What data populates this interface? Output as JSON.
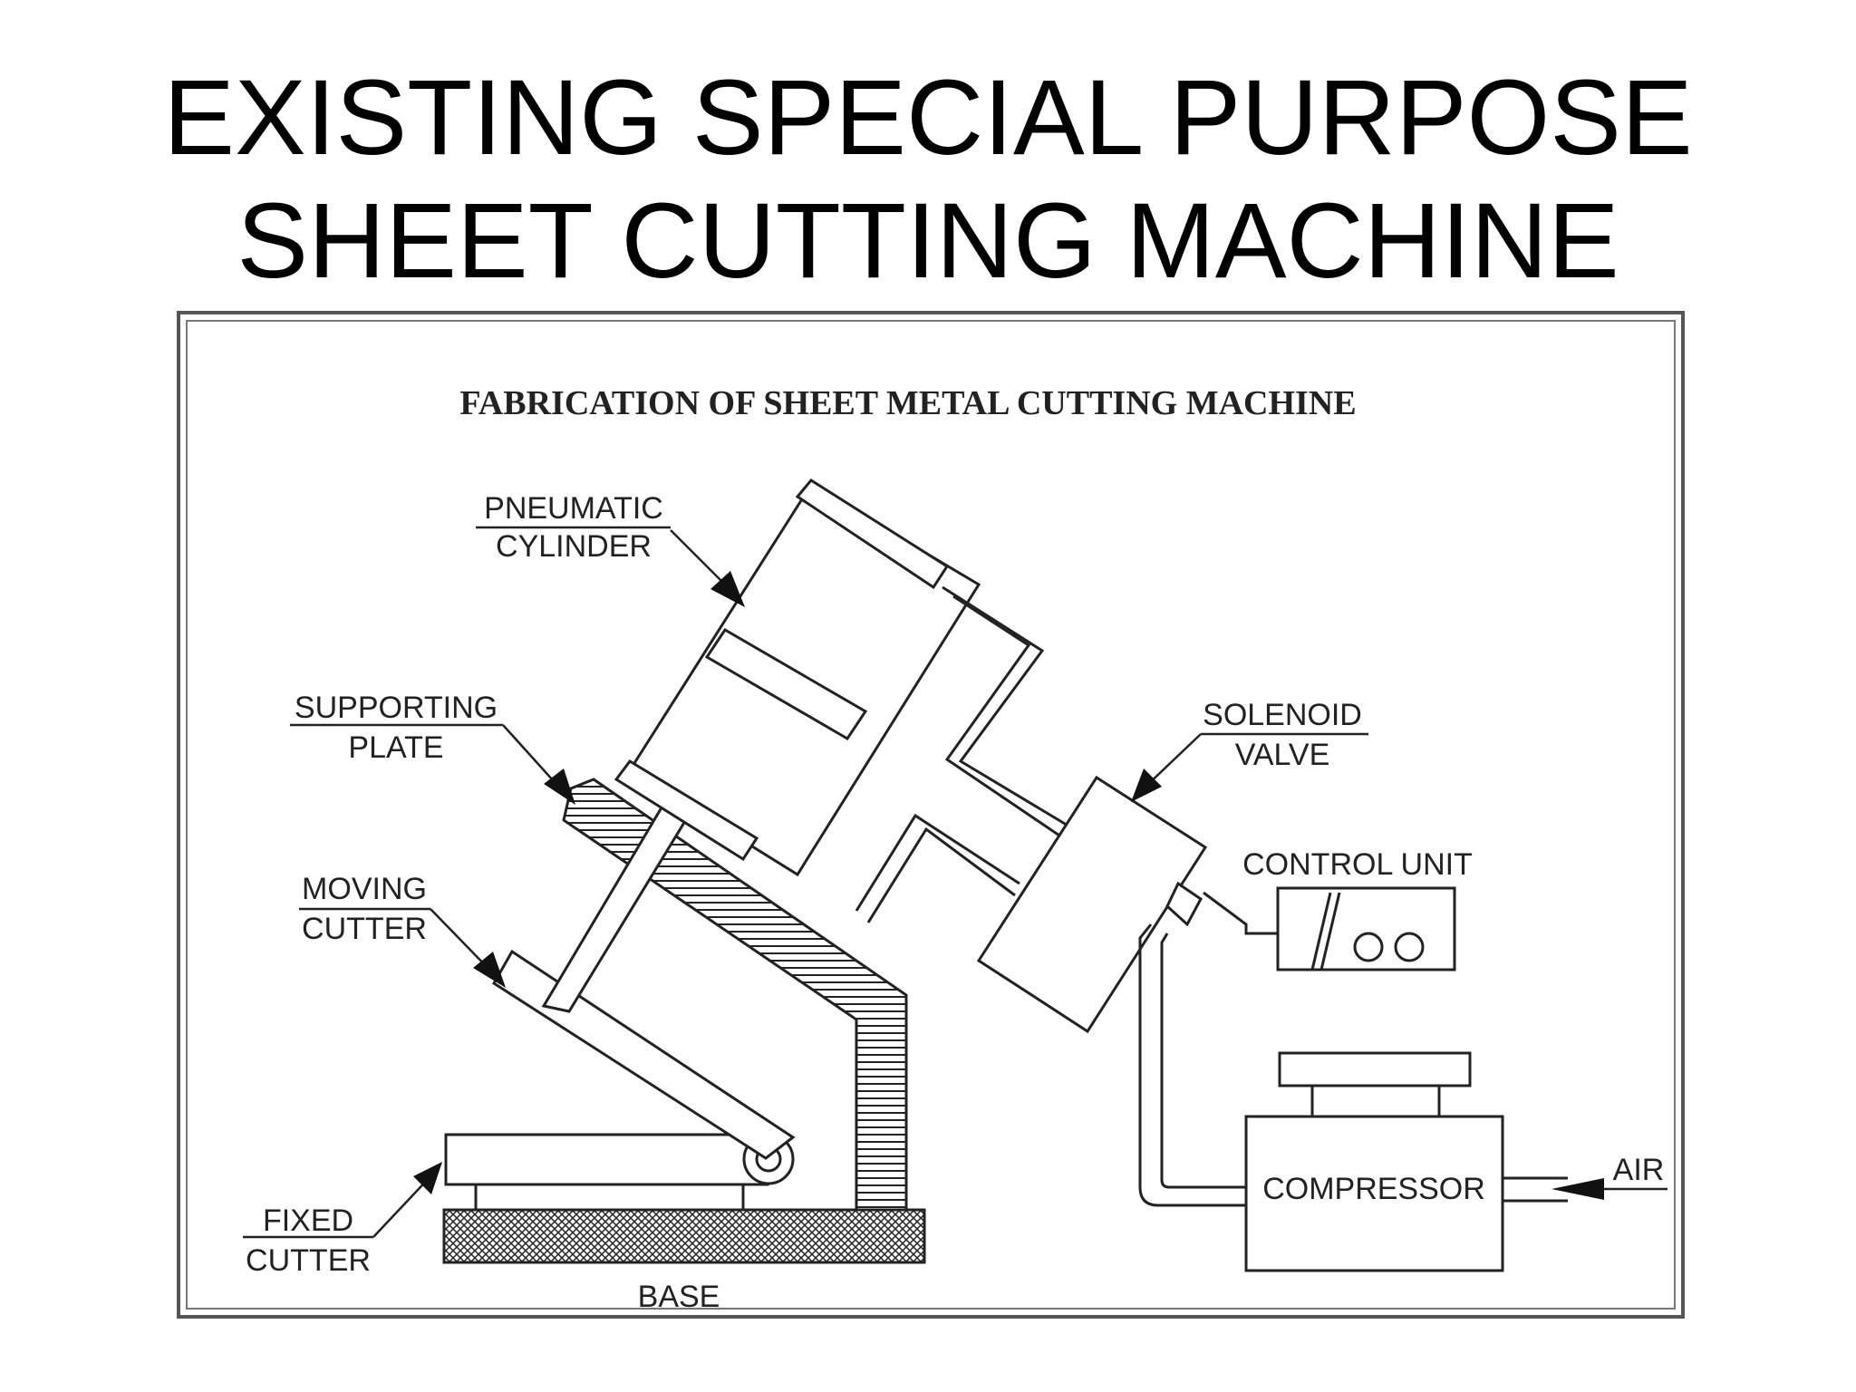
{
  "slide": {
    "title_line1": "EXISTING SPECIAL PURPOSE",
    "title_line2": "SHEET CUTTING MACHINE"
  },
  "diagram": {
    "heading": "FABRICATION OF SHEET METAL CUTTING MACHINE",
    "labels": {
      "pneumatic_1": "PNEUMATIC",
      "pneumatic_2": "CYLINDER",
      "supporting_1": "SUPPORTING",
      "supporting_2": "PLATE",
      "moving_1": "MOVING",
      "moving_2": "CUTTER",
      "fixed_1": "FIXED",
      "fixed_2": "CUTTER",
      "base": "BASE",
      "solenoid_1": "SOLENOID",
      "solenoid_2": "VALVE",
      "control_unit": "CONTROL UNIT",
      "compressor": "COMPRESSOR",
      "air": "AIR"
    }
  }
}
